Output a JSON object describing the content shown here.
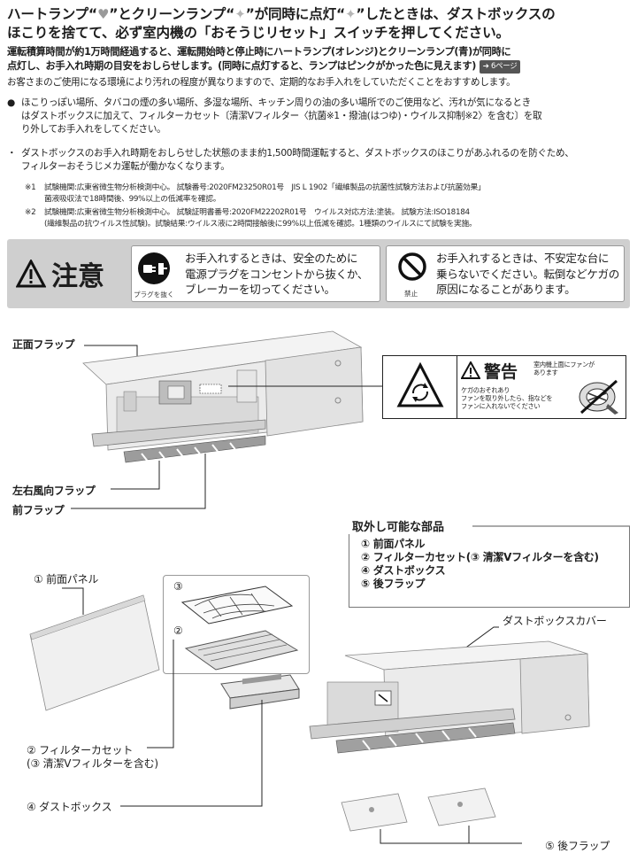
{
  "header": {
    "title_line1_parts": [
      "ハートランプ“",
      "♥",
      "”とクリーンランプ“",
      "✦",
      "”が同時に点灯“",
      "✦",
      "”したときは、ダストボックスの"
    ],
    "title_line2": "ほこりを捨てて、必ず室内機の「おそうじリセット」スイッチを押してください。",
    "sub_line1": "運転積算時間が約1万時間経過すると、運転開始時と停止時にハートランプ(オレンジ)とクリーンランプ(青)が同時に",
    "sub_line2": "点灯し、お手入れ時期の目安をおしらせします。(同時に点灯すると、ランプはピンクがかった色に見えます)",
    "sub_ref": "➔ 6ページ"
  },
  "intro": "お客さまのご使用になる環境により汚れの程度が異なりますので、定期的なお手入れをしていただくことをおすすめします。",
  "bullets": [
    {
      "mark": "●",
      "lines": [
        "ほこりっぽい場所、タバコの煙の多い場所、多湿な場所、キッチン周りの油の多い場所でのご使用など、汚れが気になるとき",
        "はダストボックスに加えて、フィルターカセット〔清潔Vフィルター〈抗菌※1・撥油(はつゆ)・ウイルス抑制※2〉を含む〕を取",
        "り外してお手入れをしてください。"
      ]
    },
    {
      "mark": "・",
      "lines": [
        "ダストボックスのお手入れ時期をおしらせした状態のまま約1,500時間運転すると、ダストボックスのほこりがあふれるのを防ぐため、",
        "フィルターおそうじメカ運転が働かなくなります。"
      ]
    }
  ],
  "notes": [
    {
      "mark": "※1",
      "lines": [
        "試験機関:広東省微生物分析検測中心。 試験番号:2020FM23250R01号　JIS L 1902「繊維製品の抗菌性試験方法および抗菌効果」",
        "菌液吸収法で18時間後、99%以上の低減率を確認。"
      ]
    },
    {
      "mark": "※2",
      "lines": [
        "試験機関:広東省微生物分析検測中心。 試験証明書番号:2020FM22202R01号　ウイルス対応方法:塗装。 試験方法:ISO18184",
        "(繊維製品の抗ウイルス性試験)。試験結果:ウイルス液に2時間接触後に99%以上低減を確認。1種類のウイルスにて試験を実施。"
      ]
    }
  ],
  "caution": {
    "label": "注意",
    "plug_text_lines": [
      "お手入れするときは、安全のために",
      "電源プラグをコンセントから抜くか、",
      "ブレーカーを切ってください。"
    ],
    "plug_icon_label": "プラグを抜く",
    "ban_text_lines": [
      "お手入れするときは、不安定な台に",
      "乗らないでください。転倒などケガの",
      "原因になることがあります。"
    ],
    "ban_icon_label": "禁止"
  },
  "diagram_top": {
    "front_flap": "正面フラップ",
    "lr_flap": "左右風向フラップ",
    "front_flap2": "前フラップ"
  },
  "warning_label": {
    "title": "警告",
    "side_lines": [
      "室内機上面にファンが",
      "あります"
    ],
    "body_lines": [
      "ケガのおそれあり",
      "ファンを取り外したら、指などを",
      "ファンに入れないでください"
    ]
  },
  "parts": {
    "title": "取外し可能な部品",
    "items": [
      "① 前面パネル",
      "② フィルターカセット(③ 清潔Vフィルターを含む)",
      "④ ダストボックス",
      "⑤ 後フラップ"
    ]
  },
  "diagram_bottom": {
    "panel": "① 前面パネル",
    "inset_3": "③",
    "inset_2": "②",
    "filter_line1": "② フィルターカセット",
    "filter_line2": "(③ 清潔Vフィルターを含む)",
    "dust_box": "④ ダストボックス",
    "dust_cover": "ダストボックスカバー",
    "rear_flap": "⑤ 後フラップ"
  }
}
